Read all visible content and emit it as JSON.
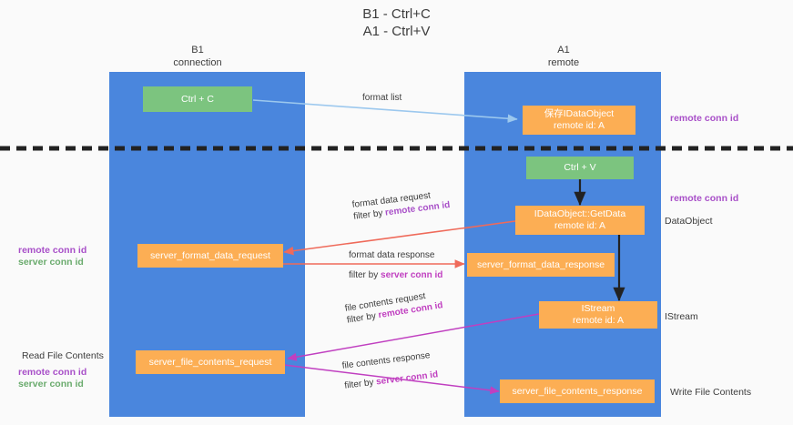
{
  "title": {
    "line1": "B1 - Ctrl+C",
    "line2": "A1 - Ctrl+V"
  },
  "lanes": [
    {
      "id": "b1",
      "name": "B1",
      "sub": "connection",
      "color": "#4a86dd"
    },
    {
      "id": "a1",
      "name": "A1",
      "sub": "remote",
      "color": "#4a86dd"
    }
  ],
  "nodes": {
    "ctrl_c": {
      "label": "Ctrl + C",
      "color": "#7cc47f"
    },
    "ctrl_v": {
      "label": "Ctrl + V",
      "color": "#7cc47f"
    },
    "dataobject_saved": {
      "line1": "保存IDataObject",
      "line2": "remote id: A",
      "color": "#fcae54"
    },
    "getdata": {
      "line1": "IDataObject::GetData",
      "line2": "remote id: A",
      "color": "#fcae54"
    },
    "server_format_data_request": {
      "label": "server_format_data_request",
      "color": "#fcae54"
    },
    "server_format_data_response": {
      "label": "server_format_data_response",
      "color": "#fcae54"
    },
    "istream": {
      "line1": "IStream",
      "line2": "remote id: A",
      "color": "#fcae54"
    },
    "server_file_contents_request": {
      "label": "server_file_contents_request",
      "color": "#fcae54"
    },
    "server_file_contents_response": {
      "label": "server_file_contents_response",
      "color": "#fcae54"
    }
  },
  "edges": {
    "format_list": {
      "label": "format list",
      "color": "#9cc8ee"
    },
    "format_data_request": {
      "line1": "format data request",
      "line2_prefix": "filter by ",
      "line2_key": "remote conn id",
      "color": "#ef6a5a",
      "key_color": "#a84fc8"
    },
    "format_data_response": {
      "line1": "format data response",
      "line2_prefix": "filter by ",
      "line2_key": "server conn id",
      "color": "#ef6a5a",
      "key_color": "#c03fc0"
    },
    "file_contents_request": {
      "line1": "file contents request",
      "line2_prefix": "filter by ",
      "line2_key": "remote conn id",
      "color": "#c03fc0",
      "key_color": "#c03fc0"
    },
    "file_contents_response": {
      "line1": "file contents response",
      "line2_prefix": "filter by ",
      "line2_key": "server conn id",
      "color": "#c03fc0",
      "key_color": "#c03fc0"
    }
  },
  "annotations": {
    "right_remote_conn_id_top": "remote conn id",
    "right_remote_conn_id_mid": "remote conn id",
    "right_dataobject": "DataObject",
    "right_istream": "IStream",
    "right_write_file_contents": "Write File Contents",
    "left_remote_conn_id_mid": "remote conn id",
    "left_server_conn_id_mid": "server conn id",
    "left_read_file_contents": "Read File Contents",
    "left_remote_conn_id_bot": "remote conn id",
    "left_server_conn_id_bot": "server conn id"
  },
  "divider": {
    "name": "dashed-divider",
    "color": "#222222"
  },
  "colors": {
    "lane": "#4a86dd",
    "green_node": "#7cc47f",
    "orange_node": "#fcae54",
    "purple": "#a84fc8",
    "green_text": "#6aab6d",
    "magenta": "#c03fc0",
    "red_arrow": "#ef6a5a",
    "blue_arrow": "#9cc8ee",
    "background": "#fafafa"
  }
}
